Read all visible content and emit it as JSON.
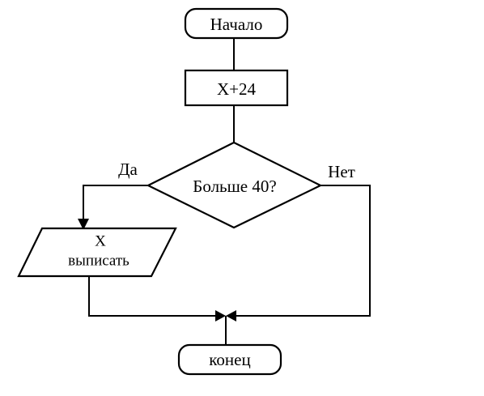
{
  "diagram": {
    "start": {
      "label": "Начало"
    },
    "process": {
      "label": "X+24"
    },
    "decision": {
      "label": "Больше 40?"
    },
    "output": {
      "line1": "X",
      "line2": "выписать"
    },
    "end": {
      "label": "конец"
    },
    "branches": {
      "yes": "Да",
      "no": "Нет"
    }
  }
}
